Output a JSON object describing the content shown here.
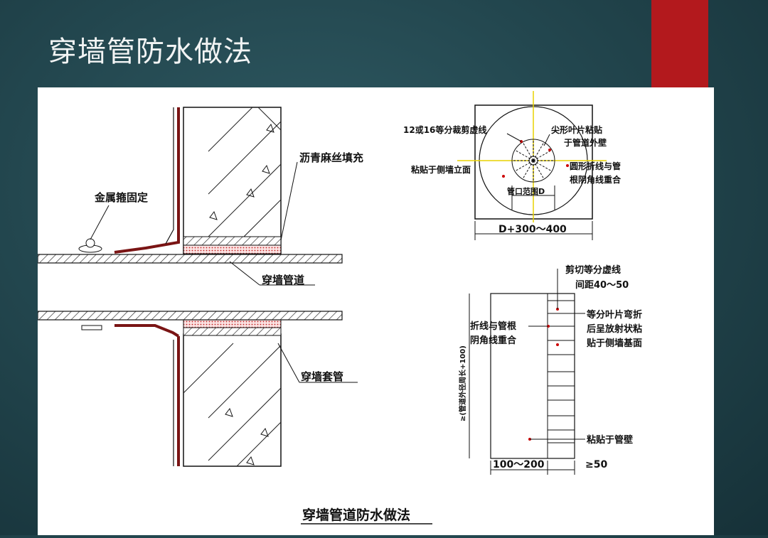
{
  "slide": {
    "title": "穿墙管防水做法",
    "accent_color": "#b3191d"
  },
  "section_view": {
    "labels": {
      "metal_hoop": "金属箍固定",
      "asphalt_fill": "沥青麻丝填充",
      "wall_pipe": "穿墙管道",
      "wall_sleeve": "穿墙套管"
    }
  },
  "plan_view": {
    "labels": {
      "dashed_cut": "12或16等分裁剪虚线",
      "leaf_1": "尖形叶片粘贴",
      "leaf_2": "于管道外壁",
      "side_wall": "粘贴于侧墙立面",
      "ring_1": "圆形折线与管",
      "ring_2": "根阴角线重合",
      "opening": "管口范围D",
      "width_dim": "D+300～400"
    }
  },
  "strip_view": {
    "labels": {
      "cut_1": "剪切等分虚线",
      "cut_2": "间距40～50",
      "fold_1": "折线与管根",
      "fold_2": "阴角线重合",
      "bend_1": "等分叶片弯折",
      "bend_2": "后呈放射状粘",
      "bend_3": "贴于侧墙基面",
      "height_dim": "≥(管道外径周长+100)",
      "stick_pipe": "粘贴于管壁",
      "width_dim": "100～200",
      "tab_dim": "≥50"
    }
  },
  "drawing_caption": "穿墙管道防水做法"
}
